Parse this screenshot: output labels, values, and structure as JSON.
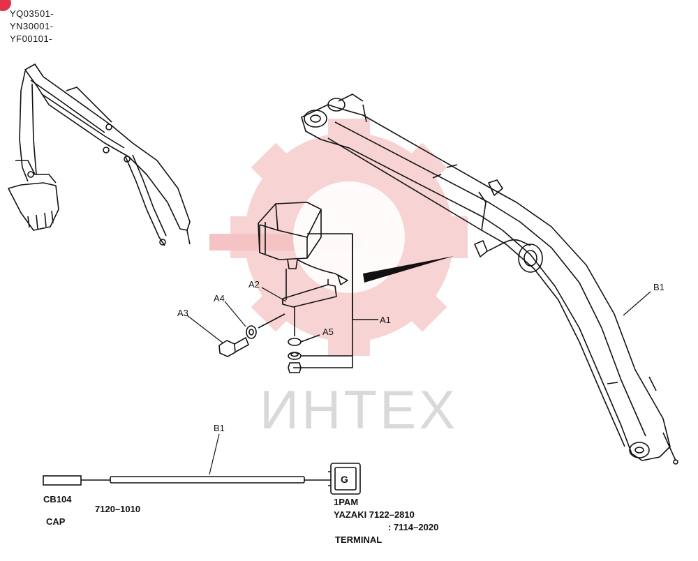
{
  "serials": [
    "YQ03501-",
    "YN30001-",
    "YF00101-"
  ],
  "labels": {
    "a1": "A1",
    "a2": "A2",
    "a3": "A3",
    "a4": "A4",
    "a5": "A5",
    "b1_boom": "B1",
    "b1_harness": "B1"
  },
  "harness": {
    "cb_code": "CB104",
    "cb_desc": "CAP",
    "mid_part": "7120–1010",
    "connector_letter": "G",
    "conn_code": "1PAM",
    "conn_part": "YAZAKI 7122–2810",
    "conn_part2": ": 7114–2020",
    "conn_desc": "TERMINAL"
  },
  "watermark": "ИНТЕХ",
  "colors": {
    "watermark_red": "#f6c9c9",
    "badge": "#e2334a",
    "line": "#111111"
  }
}
